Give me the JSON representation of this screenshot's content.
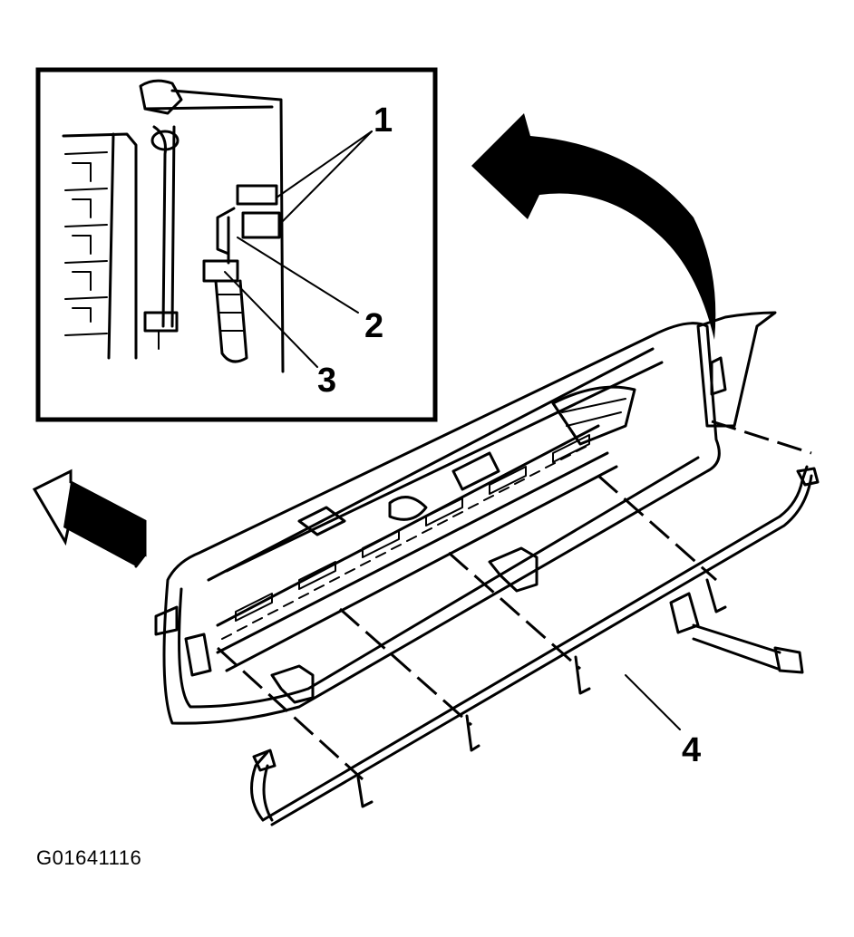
{
  "figure": {
    "id_label": "G01641116"
  },
  "callouts": {
    "c1": "1",
    "c2": "2",
    "c3": "3",
    "c4": "4"
  },
  "colors": {
    "ink": "#000000",
    "paper": "#ffffff"
  },
  "icons": {
    "rotate_arrow": "curved-arrow-icon",
    "direction_arrow": "forward-arrow-icon"
  }
}
